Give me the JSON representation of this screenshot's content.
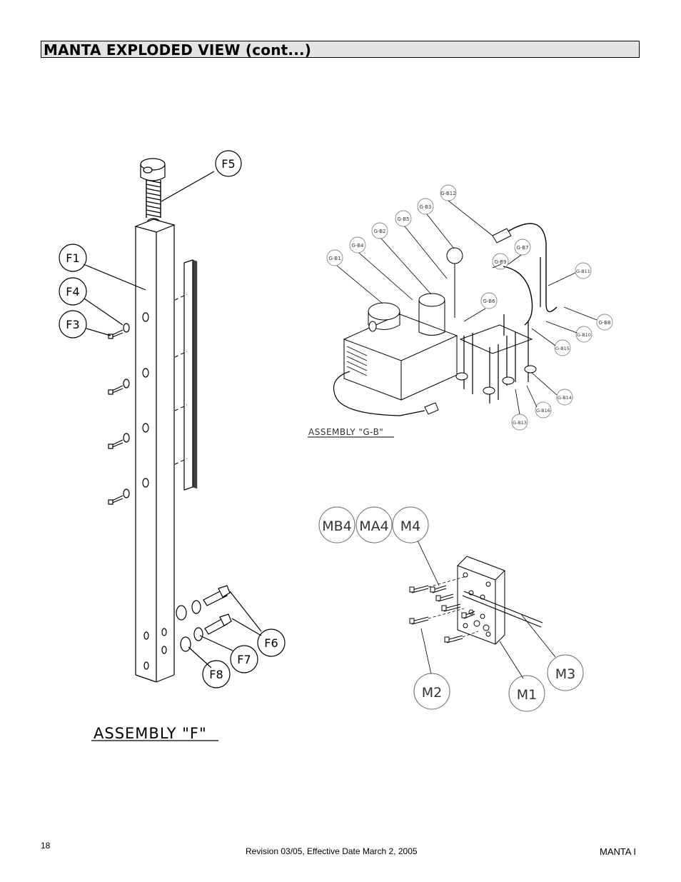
{
  "header": {
    "title": "MANTA EXPLODED VIEW (cont...)"
  },
  "assembly_f": {
    "caption": "ASSEMBLY  \"F\"",
    "callouts": [
      "F5",
      "F1",
      "F4",
      "F3",
      "F6",
      "F7",
      "F8"
    ]
  },
  "assembly_gb": {
    "caption": "ASSEMBLY  \"G-B\"",
    "callouts": [
      "G-B12",
      "G-B3",
      "G-B5",
      "G-B2",
      "G-B4",
      "G-B1",
      "G-B7",
      "G-B9",
      "G-B6",
      "G-B11",
      "G-B8",
      "G-B10",
      "G-B15",
      "G-B14",
      "G-B16",
      "G-B13"
    ]
  },
  "assembly_m": {
    "callouts": [
      "MB4",
      "MA4",
      "M4",
      "M2",
      "M1",
      "M3"
    ]
  },
  "footer": {
    "page_number": "18",
    "revision": "Revision 03/05, Effective Date March 2, 2005",
    "product": "MANTA I"
  },
  "colors": {
    "title_bg": "#e4e4e4",
    "ink": "#000000"
  }
}
